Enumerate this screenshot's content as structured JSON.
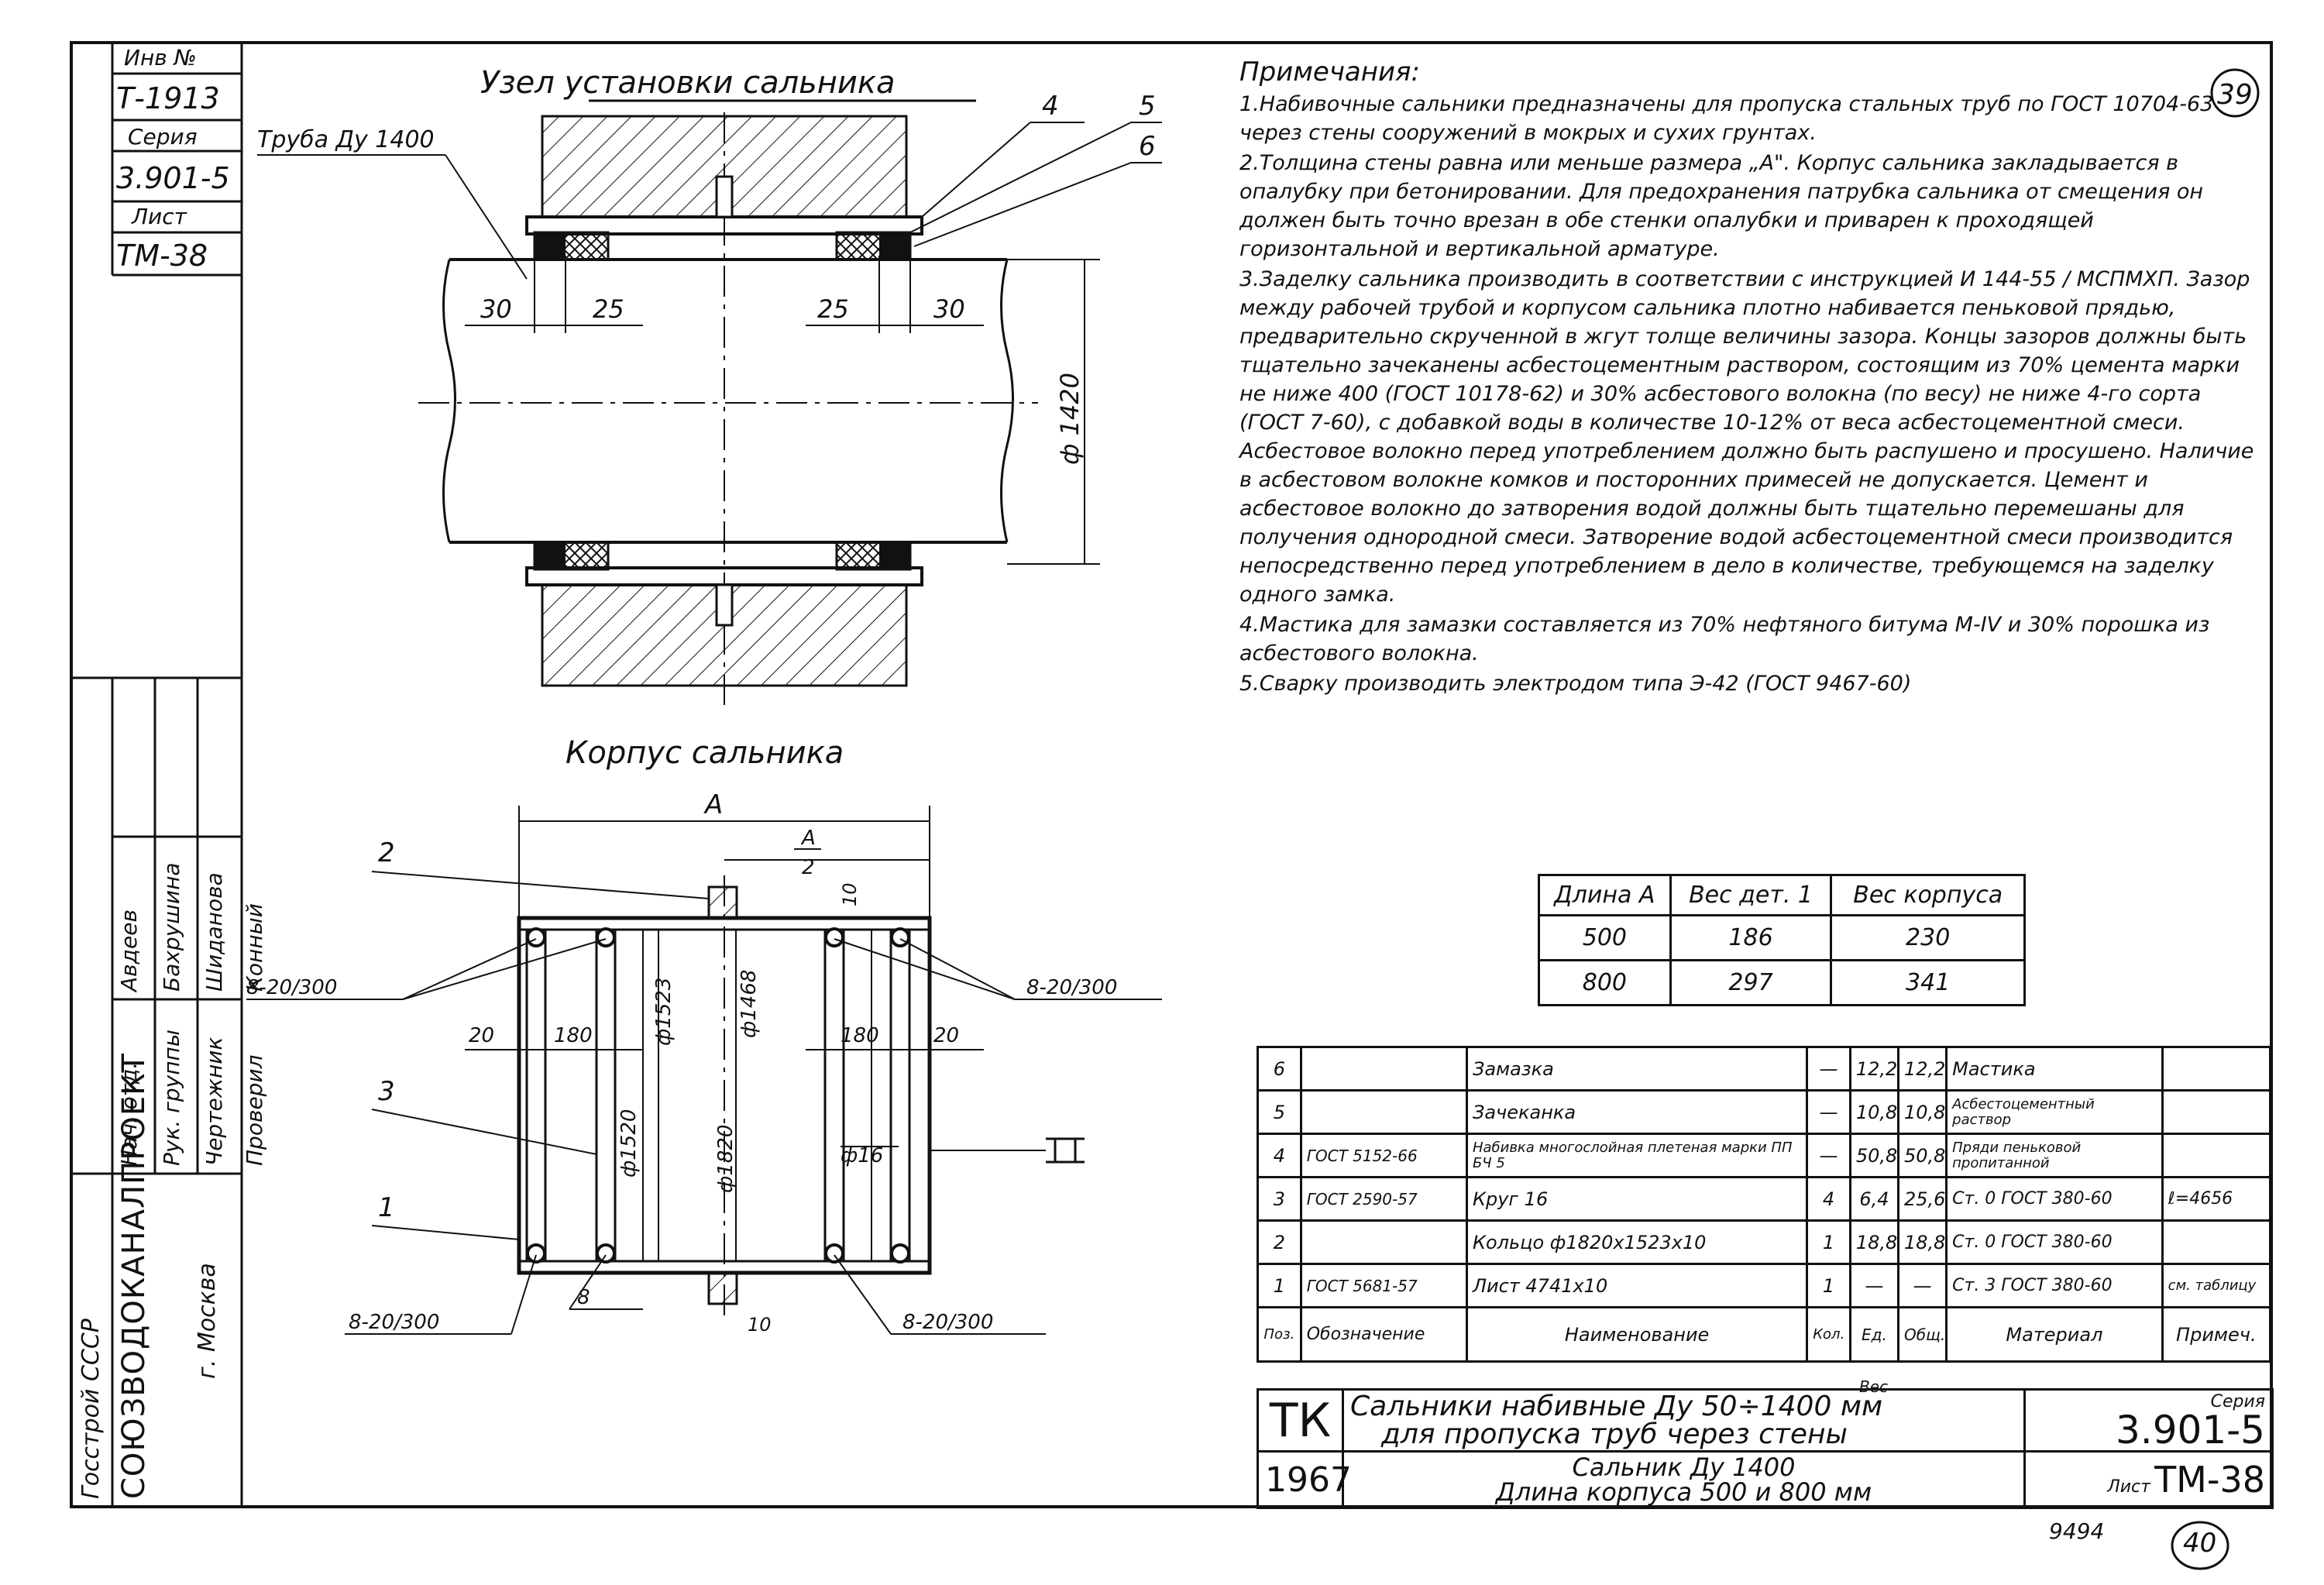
{
  "left_stamp": {
    "inv_label": "Инв №",
    "inv_value": "Т-1913",
    "series_label": "Серия",
    "series_value": "3.901-5",
    "sheet_label": "Лист",
    "sheet_value": "ТМ-38",
    "org_ministry": "Госстрой СССР",
    "org_name": "СОЮЗВОДОКАНАЛПРОЕКТ",
    "org_city": "г. Москва",
    "roles": [
      "Нач. отд.",
      "Рук. группы",
      "Чертежник",
      "Проверил"
    ],
    "names": [
      "Авдеев",
      "Бахрушина",
      "Шиданова",
      "Конный"
    ]
  },
  "drawing1": {
    "title": "Узел установки сальника",
    "pipe_label": "Труба Ду 1400",
    "callouts": [
      "4",
      "5",
      "6"
    ],
    "dims": [
      "30",
      "25",
      "25",
      "30"
    ],
    "diameter": "ф 1420"
  },
  "drawing2": {
    "title": "Корпус сальника",
    "dim_a": "А",
    "dim_a_half_num": "А",
    "dim_a_half_den": "2",
    "callouts": [
      "2",
      "3",
      "1"
    ],
    "dims": [
      "10",
      "20",
      "180",
      "180",
      "20",
      "10"
    ],
    "diameters": [
      "ф1523",
      "ф1468",
      "ф1520",
      "ф1820",
      "ф16"
    ],
    "welds": [
      "8-20/300",
      "8-20/300",
      "8",
      "8-20/300",
      "8-20/300"
    ]
  },
  "sheet_number": "39",
  "notes": {
    "header": "Примечания:",
    "items": [
      "1.Набивочные сальники предназначены для пропуска стальных труб по ГОСТ 10704-63 через стены сооружений в мокрых и сухих грунтах.",
      "2.Толщина стены равна или меньше размера „А\". Корпус сальника закладывается в опалубку при бетонировании. Для предохранения патрубка сальника от смещения он должен быть точно врезан в обе стенки опалубки и приварен к проходящей горизонтальной и вертикальной арматуре.",
      "3.Заделку сальника производить в соответствии с инструкцией И 144-55 / МСПМХП. Зазор между рабочей трубой и корпусом сальника плотно набивается пеньковой прядью, предварительно скрученной в жгут толще величины зазора. Концы зазоров должны быть тщательно зачеканены асбестоцементным раствором, состоящим из 70% цемента марки не ниже 400 (ГОСТ 10178-62) и 30% асбестового волокна (по весу) не ниже 4-го сорта (ГОСТ 7-60), с добавкой воды в количестве 10-12% от веса асбестоцементной смеси. Асбестовое волокно перед употреблением должно быть распушено и просушено. Наличие в асбестовом волокне комков и посторонних примесей не допускается. Цемент и асбестовое волокно до затворения водой должны быть тщательно перемешаны для получения однородной смеси. Затворение водой асбестоцементной смеси производится непосредственно перед употреблением в дело в количестве, требующемся на заделку одного замка.",
      "4.Мастика для замазки составляется из 70% нефтяного битума М-IV и 30% порошка из асбестового волокна.",
      "5.Сварку производить электродом типа Э-42 (ГОСТ 9467-60)"
    ]
  },
  "weights_table": {
    "headers": [
      "Длина А",
      "Вес дет. 1",
      "Вес корпуса"
    ],
    "rows": [
      [
        "500",
        "186",
        "230"
      ],
      [
        "800",
        "297",
        "341"
      ]
    ]
  },
  "spec_table": {
    "headers": [
      "Поз.",
      "Обозначение",
      "Наименование",
      "Кол.",
      "Ед.",
      "Общ.",
      "Вес",
      "Материал",
      "Примеч."
    ],
    "rows": [
      [
        "6",
        "",
        "Замазка",
        "—",
        "12,2",
        "12,2",
        "Мастика",
        ""
      ],
      [
        "5",
        "",
        "Зачеканка",
        "—",
        "10,8",
        "10,8",
        "Асбестоцементный раствор",
        ""
      ],
      [
        "4",
        "ГОСТ 5152-66",
        "Набивка многослойная плетеная марки ПП БЧ 5",
        "—",
        "50,8",
        "50,8",
        "Пряди пеньковой пропитанной",
        ""
      ],
      [
        "3",
        "ГОСТ 2590-57",
        "Круг 16",
        "4",
        "6,4",
        "25,6",
        "Ст. 0 ГОСТ 380-60",
        "ℓ=4656"
      ],
      [
        "2",
        "",
        "Кольцо ф1820х1523х10",
        "1",
        "18,8",
        "18,8",
        "Ст. 0 ГОСТ 380-60",
        ""
      ],
      [
        "1",
        "ГОСТ 5681-57",
        "Лист 4741х10",
        "1",
        "—",
        "—",
        "Ст. 3 ГОСТ 380-60",
        "см. таблицу"
      ]
    ]
  },
  "title_block": {
    "mark": "ТК",
    "year": "1967",
    "title_line1": "Сальники набивные Ду 50÷1400 мм",
    "title_line2": "для пропуска труб через стены",
    "sub_line1": "Сальник Ду 1400",
    "sub_line2": "Длина корпуса 500 и 800 мм",
    "series_label": "Серия",
    "series_value": "3.901-5",
    "sheet_label": "Лист",
    "sheet_value": "ТМ-38"
  },
  "footer": {
    "number": "9494",
    "page": "40"
  }
}
